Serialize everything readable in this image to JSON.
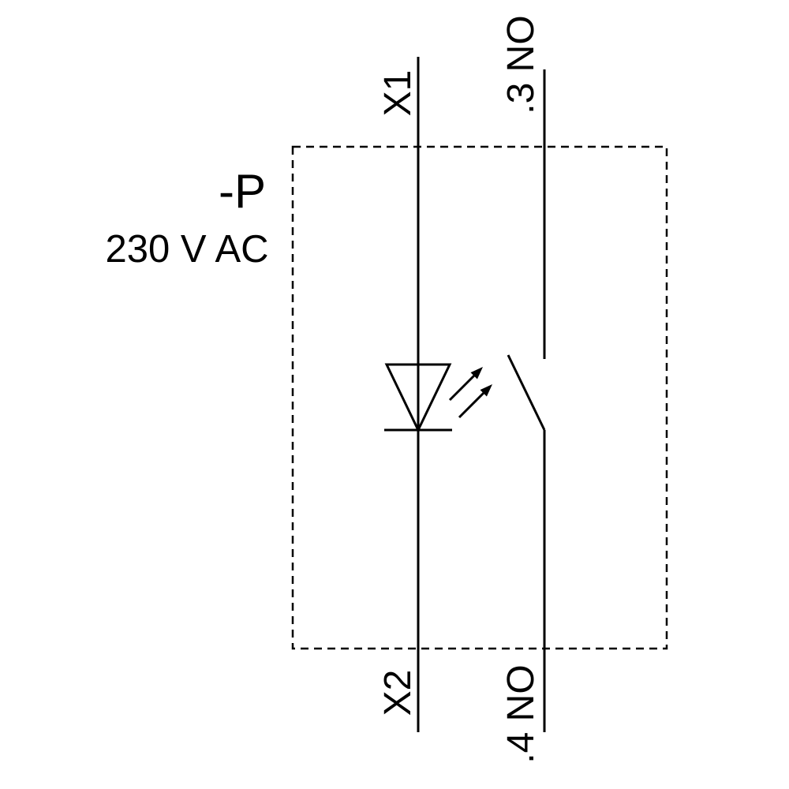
{
  "page": {
    "background_color": "#ffffff",
    "line_color": "#000000"
  },
  "diagram": {
    "device_label": "-P",
    "voltage_label": "230 V AC",
    "terminals": {
      "top_left": "X1",
      "bottom_left": "X2",
      "top_right": ".3 NO",
      "bottom_right": ".4 NO"
    },
    "symbols": {
      "lamp": "led-indicator-symbol",
      "contact": "normally-open-contact-symbol",
      "enclosure": "dashed-device-outline"
    }
  }
}
